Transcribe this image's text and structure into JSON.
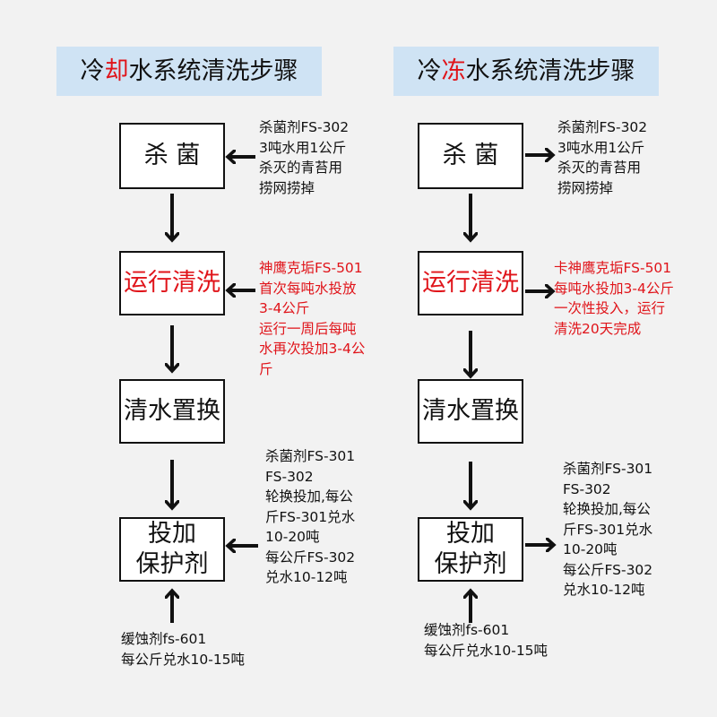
{
  "titles": {
    "left": {
      "pre": "冷",
      "hl": "却",
      "post": "水系统清洗步骤"
    },
    "right": {
      "pre": "冷",
      "hl": "冻",
      "post": "水系统清洗步骤"
    }
  },
  "colors": {
    "title_bg": "#cfe3f4",
    "highlight": "#e0141a",
    "border": "#111111"
  },
  "left": {
    "steps": [
      {
        "label": "杀 菌"
      },
      {
        "label": "运行清洗"
      },
      {
        "label": "清水置换"
      },
      {
        "line1": "投加",
        "line2": "保护剂"
      }
    ],
    "notes": {
      "sterilize": "杀菌剂FS-302\n3吨水用1公斤\n杀灭的青苔用\n捞网捞掉",
      "cleaning": "神鹰克垢FS-501\n首次每吨水投放\n3-4公斤\n运行一周后每吨\n水再次投加3-4公\n斤",
      "protect": "杀菌剂FS-301\nFS-302\n轮换投加,每公\n斤FS-301兑水\n10-20吨\n每公斤FS-302\n兑水10-12吨",
      "inhibitor": "缓蚀剂fs-601\n每公斤兑水10-15吨"
    }
  },
  "right": {
    "steps": [
      {
        "label": "杀 菌"
      },
      {
        "label": "运行清洗"
      },
      {
        "label": "清水置换"
      },
      {
        "line1": "投加",
        "line2": "保护剂"
      }
    ],
    "notes": {
      "sterilize": "杀菌剂FS-302\n3吨水用1公斤\n杀灭的青苔用\n捞网捞掉",
      "cleaning": "卡神鹰克垢FS-501\n每吨水投加3-4公斤\n一次性投入，运行\n清洗20天完成",
      "protect": "杀菌剂FS-301\nFS-302\n轮换投加,每公\n斤FS-301兑水\n10-20吨\n每公斤FS-302\n兑水10-12吨",
      "inhibitor": "缓蚀剂fs-601\n每公斤兑水10-15吨"
    }
  }
}
